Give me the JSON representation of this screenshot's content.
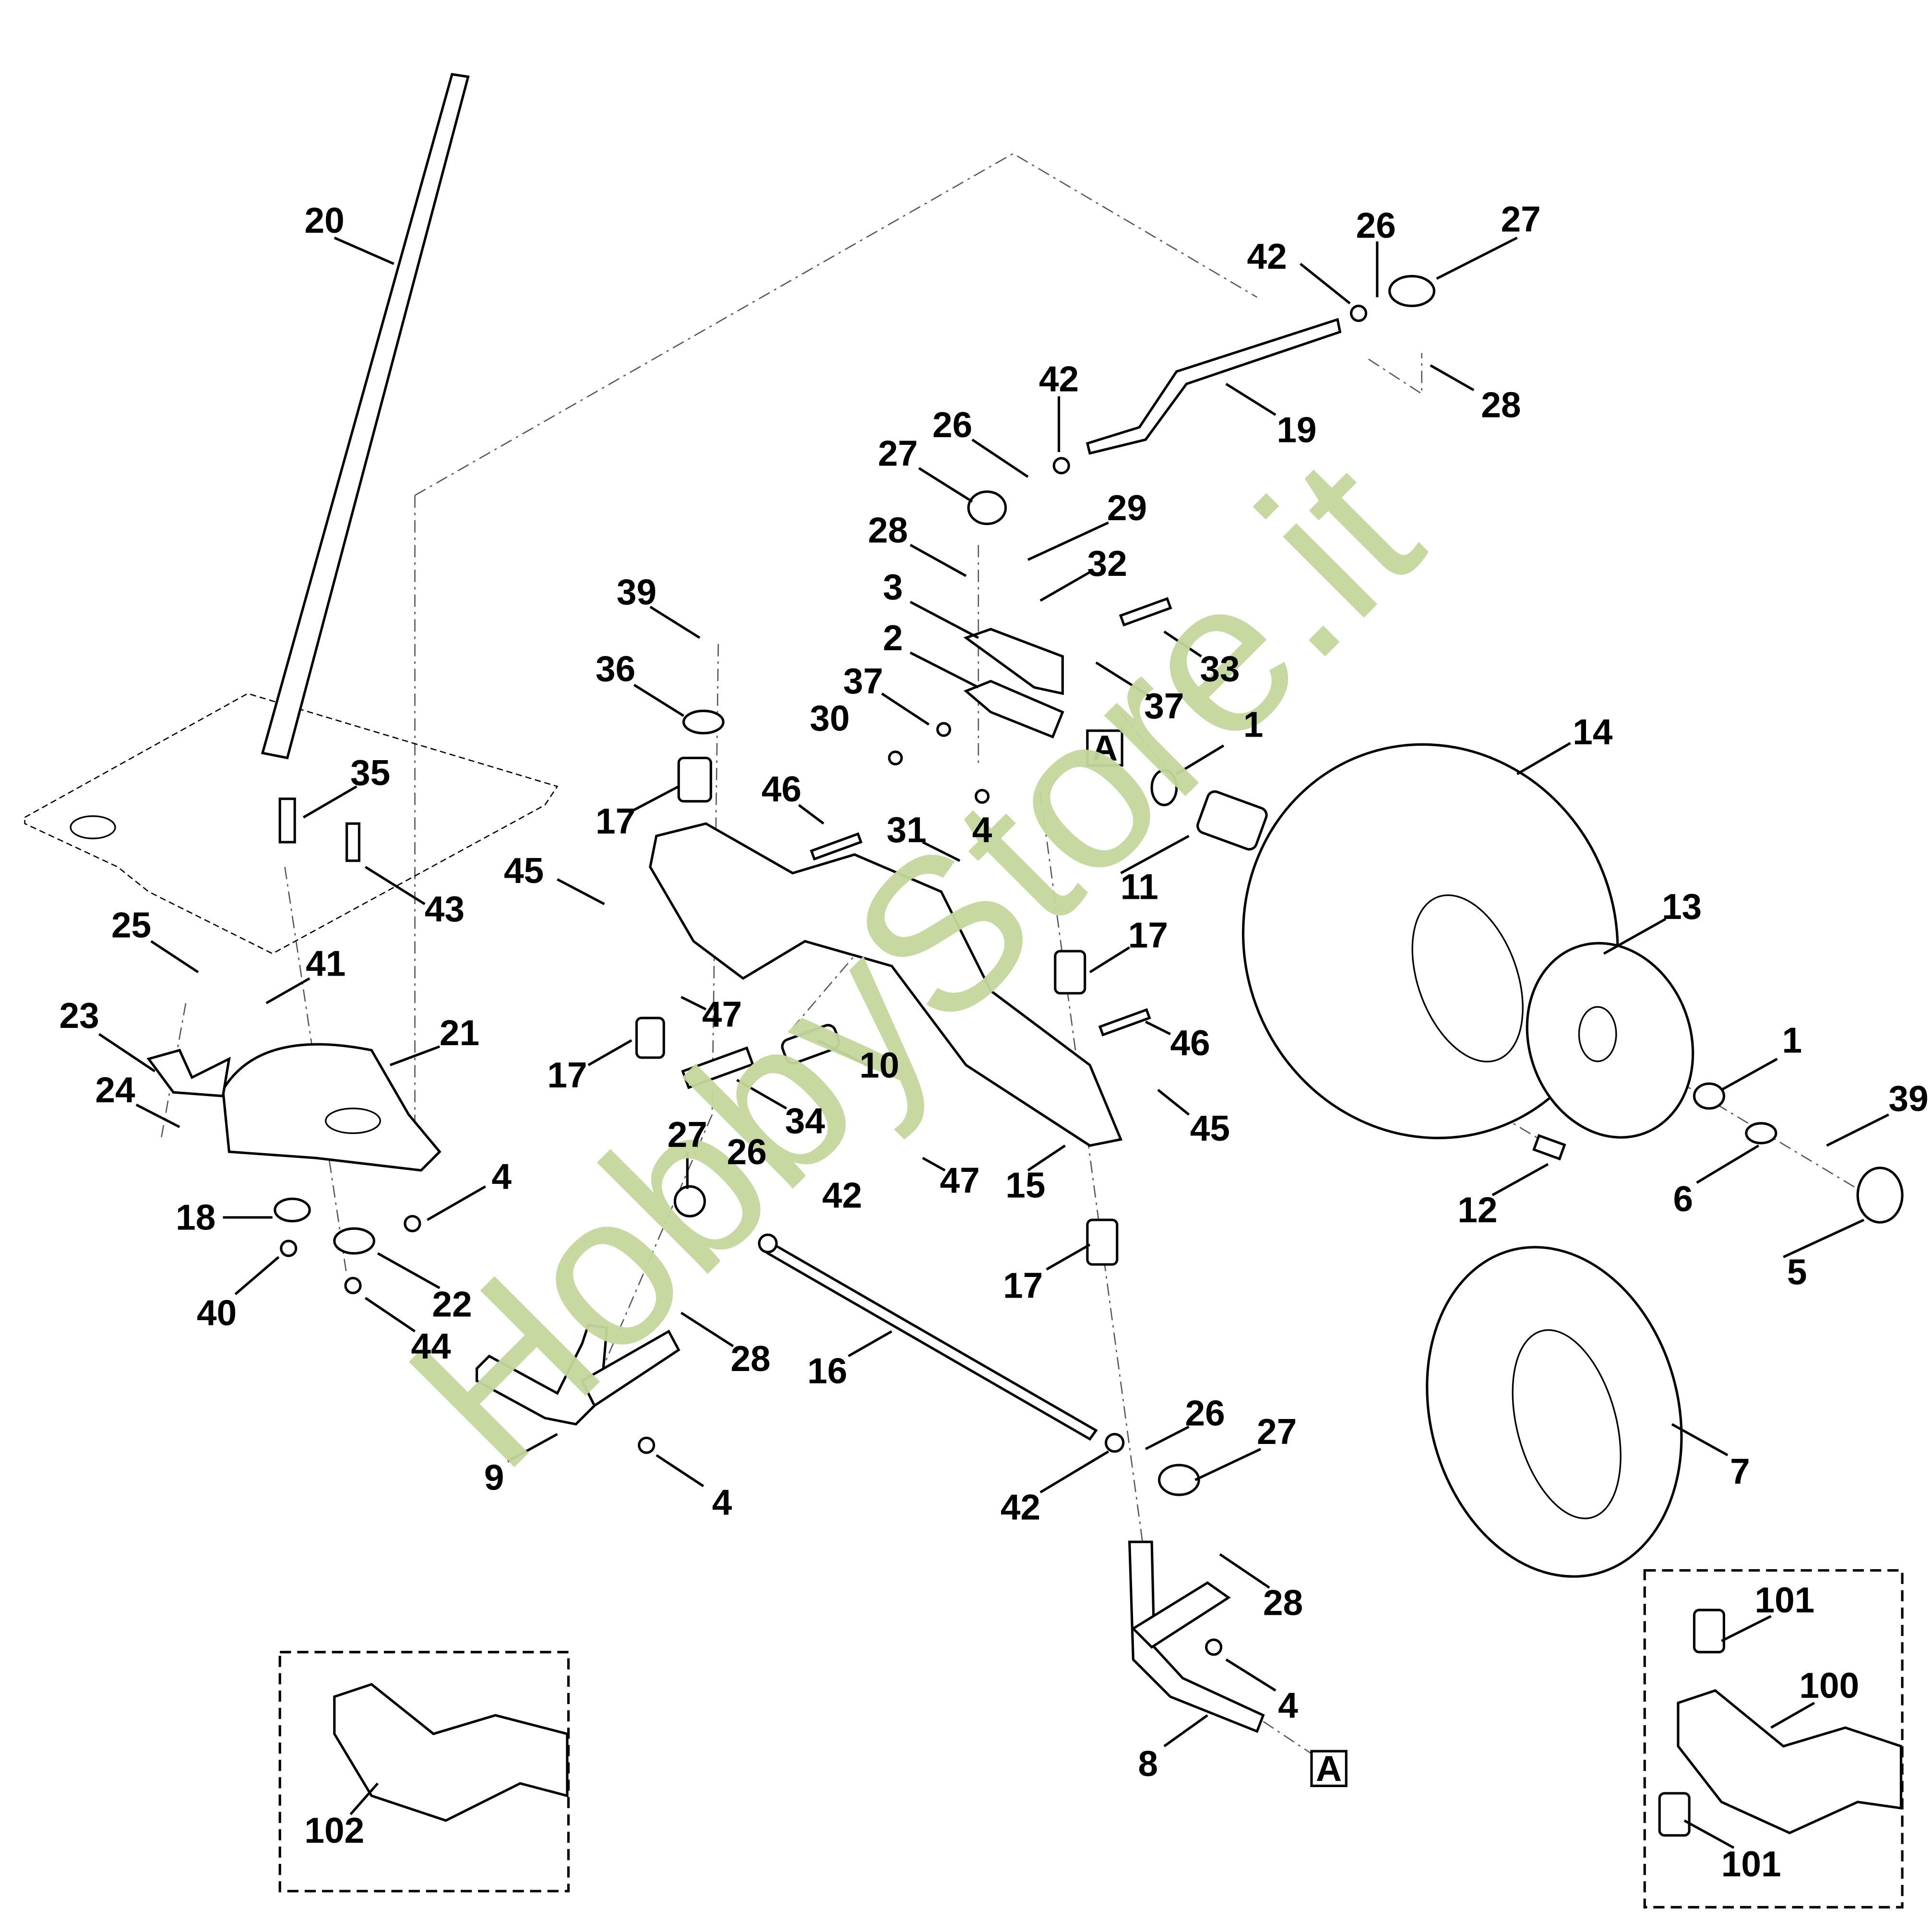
{
  "watermark": "HobbyStore.it",
  "colors": {
    "watermark": "#c5d89d",
    "line": "#000000",
    "background": "#ffffff"
  },
  "callouts": [
    "20",
    "42",
    "26",
    "27",
    "28",
    "19",
    "42",
    "26",
    "27",
    "28",
    "29",
    "32",
    "3",
    "33",
    "2",
    "37",
    "37",
    "1",
    "30",
    "39",
    "36",
    "17",
    "46",
    "31",
    "4",
    "11",
    "14",
    "13",
    "45",
    "35",
    "43",
    "25",
    "41",
    "23",
    "24",
    "21",
    "17",
    "47",
    "46",
    "17",
    "10",
    "34",
    "45",
    "47",
    "15",
    "27",
    "26",
    "42",
    "4",
    "18",
    "40",
    "22",
    "44",
    "28",
    "16",
    "9",
    "4",
    "17",
    "1",
    "39",
    "6",
    "12",
    "5",
    "7",
    "26",
    "27",
    "42",
    "28",
    "4",
    "8",
    "101",
    "100",
    "101",
    "102"
  ],
  "reference_markers": [
    "A",
    "A"
  ]
}
